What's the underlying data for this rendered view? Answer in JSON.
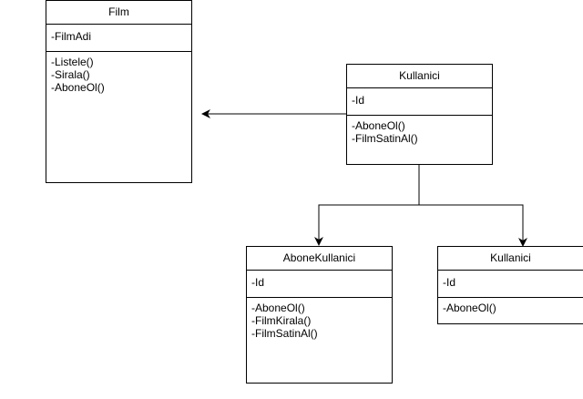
{
  "classes": {
    "film": {
      "name": "Film",
      "attributes": [
        "-FilmAdi"
      ],
      "methods": [
        "-Listele()",
        "-Sirala()",
        "-AboneOl()"
      ]
    },
    "kullanici_top": {
      "name": "Kullanici",
      "attributes": [
        "-Id"
      ],
      "methods": [
        "-AboneOl()",
        "-FilmSatinAl()"
      ]
    },
    "abone_kullanici": {
      "name": "AboneKullanici",
      "attributes": [
        "-Id"
      ],
      "methods": [
        "-AboneOl()",
        "-FilmKirala()",
        "-FilmSatinAl()"
      ]
    },
    "kullanici_bottom": {
      "name": "Kullanici",
      "attributes": [
        "-Id"
      ],
      "methods": [
        "-AboneOl()"
      ]
    }
  },
  "colors": {
    "stroke": "#000000",
    "fill": "#ffffff"
  }
}
